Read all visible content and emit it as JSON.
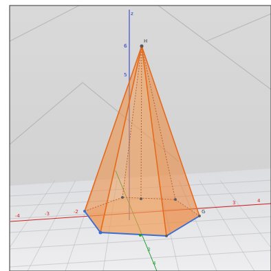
{
  "diagram": {
    "labels": [
      "z",
      "6",
      "5",
      "H",
      "-4",
      "-3",
      "-2",
      "3",
      "4",
      "G",
      "3",
      "4"
    ]
  }
}
